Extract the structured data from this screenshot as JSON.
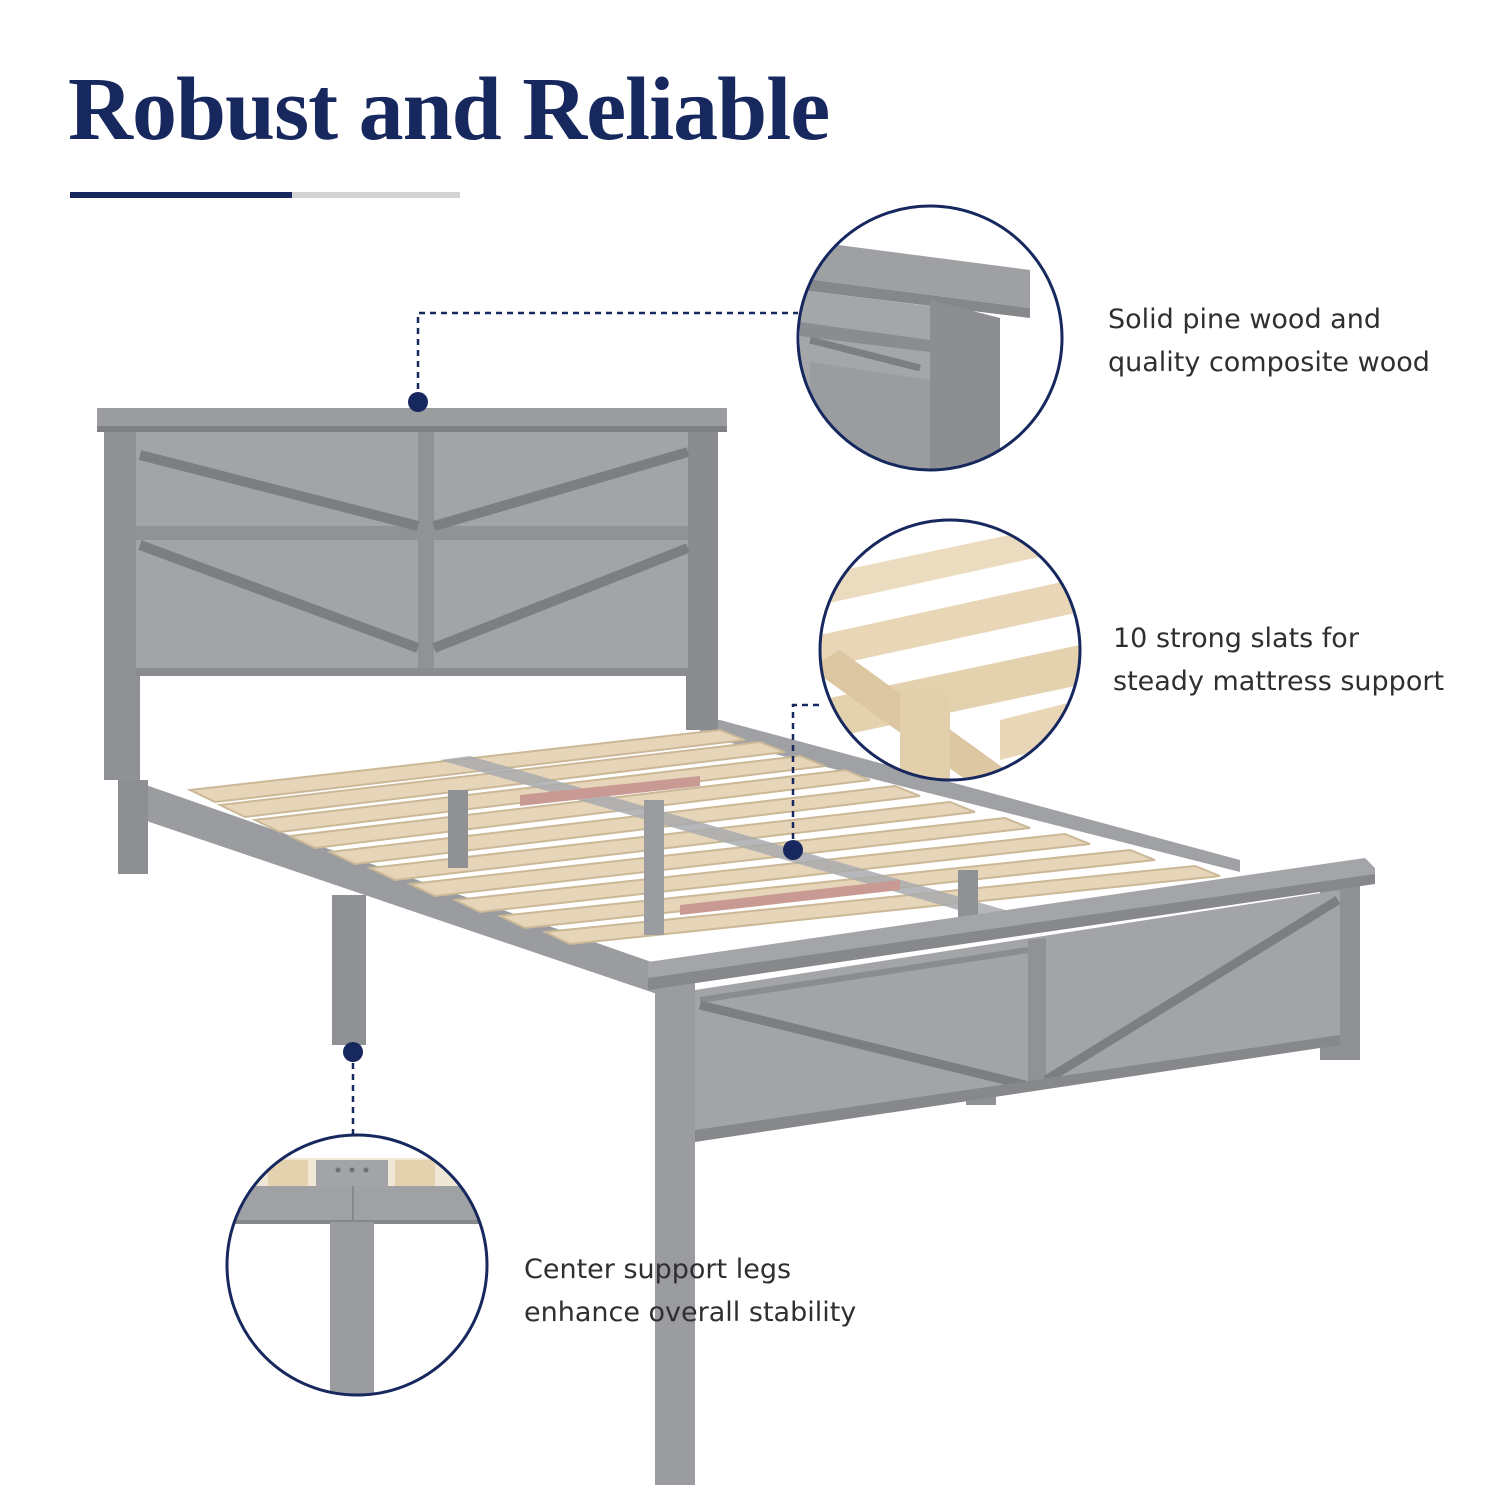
{
  "title": "Robust and Reliable",
  "colors": {
    "accent": "#17285e",
    "frame_gray": "#8f9195",
    "frame_gray_light": "#a3a5a9",
    "slat_wood": "#e6d5b8",
    "text": "#2f2f2f"
  },
  "callouts": [
    {
      "lines": [
        "Solid pine wood and",
        "quality composite wood"
      ]
    },
    {
      "lines": [
        "10 strong slats for",
        "steady mattress support"
      ]
    },
    {
      "lines": [
        "Center support legs",
        "enhance overall stability"
      ]
    }
  ]
}
